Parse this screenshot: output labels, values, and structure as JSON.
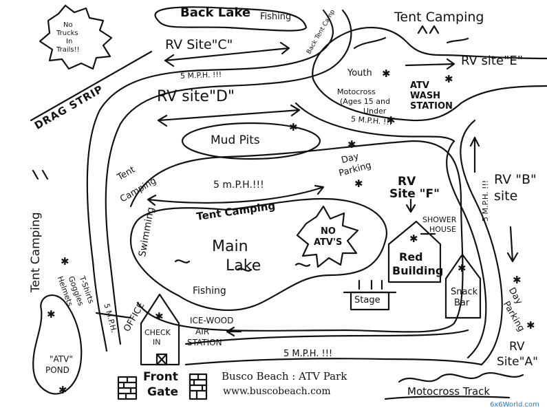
{
  "labels": {
    "back_lake": "Back Lake",
    "fishing_top": "Fishing",
    "tent_camping_top": "Tent Camping",
    "no_trucks": [
      "No",
      "Trucks",
      "In",
      "Trails!!"
    ],
    "rv_site_c": "RV Site\"C\"",
    "back_tent_camp": "Back Tent Camp",
    "drag_strip": "DRAG STRIP",
    "youth": "Youth",
    "rv_site_e": "RV site\"E\"",
    "mph_top": "5 M.P.H. !!!",
    "rv_site_d": "RV site\"D\"",
    "motocross_youth": [
      "Motocross",
      "(Ages 15 and",
      "Under"
    ],
    "atv_wash": [
      "ATV",
      "WASH",
      "STATION"
    ],
    "mph_right": "5 M.P.H. !!!",
    "mud_pits": "Mud Pits",
    "day_parking_top": [
      "Day",
      "Parking"
    ],
    "tent_camping_left": [
      "Tent",
      "Camping"
    ],
    "mph_center": "5 m.P.H.!!!",
    "rv_site_f": [
      "RV",
      "Site \"F\""
    ],
    "rv_site_b": [
      "RV \"B\"",
      "site"
    ],
    "tent_camping_lake": "Tent Camping",
    "shower_house": [
      "SHOWER",
      "HOUSE"
    ],
    "no_atvs": [
      "NO",
      "ATV'S"
    ],
    "swimming": "Swimming",
    "main_lake": [
      "Main",
      "Lake"
    ],
    "red_building": [
      "Red",
      "Building"
    ],
    "tent_camping_far_left": "Tent Camping",
    "helmets": [
      "Helmets",
      "Goggles",
      "T-Shirts"
    ],
    "office": "OFFICE",
    "mph_left": "5 M.P.H.",
    "fishing_lake": "Fishing",
    "snack_bar": [
      "Snack",
      "Bar"
    ],
    "mph_vertical": "5 M.P.H. !!!",
    "stage": "Stage",
    "day_parking_right": [
      "Day",
      "Parking"
    ],
    "check_in": [
      "CHECK",
      "IN"
    ],
    "ice_wood": [
      "ICE-WOOD",
      "AIR",
      "STATION"
    ],
    "mph_bottom": "5 M.P.H. !!!",
    "atv_pond": [
      "\"ATV\"",
      "POND"
    ],
    "front_gate": [
      "Front",
      "Gate"
    ],
    "park_name": "Busco Beach : ATV Park",
    "website": "www.buscobeach.com",
    "motocross_track": "Motocross Track",
    "rv_site_a": [
      "RV",
      "Site\"A\""
    ],
    "watermark": "6x6World.com"
  }
}
